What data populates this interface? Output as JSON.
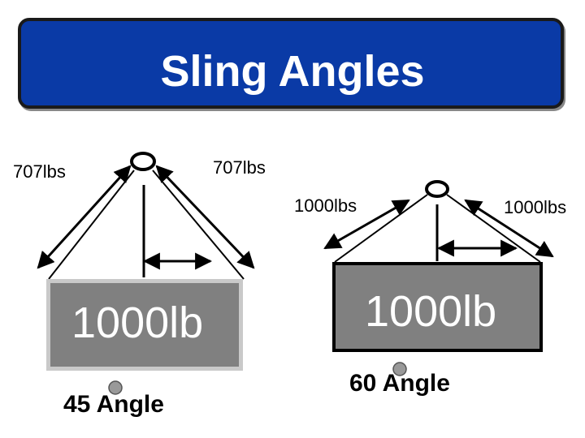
{
  "title": "Sling Angles",
  "left_rig": {
    "left_sling_label": "707lbs",
    "right_sling_label": "707lbs",
    "load_label": "1000lb",
    "angle_label": "45 Angle"
  },
  "right_rig": {
    "left_sling_label": "1000lbs",
    "right_sling_label": "1000lbs",
    "load_label": "1000lb",
    "angle_label": "60 Angle"
  },
  "colors": {
    "banner": "#0a3aa6",
    "load_box": "#808080",
    "angle_dot": "#999999"
  }
}
